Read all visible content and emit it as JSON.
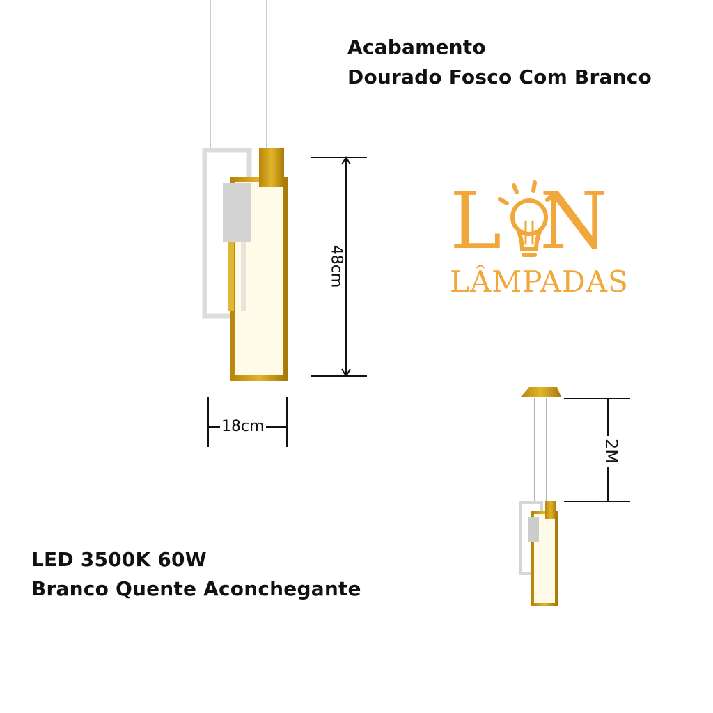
{
  "finish": {
    "line1": "Acabamento",
    "line2": "Dourado Fosco  Com Branco"
  },
  "spec": {
    "line1": "LED 3500K 60W",
    "line2": "Branco Quente Aconchegante"
  },
  "dimensions": {
    "height": "48cm",
    "width": "18cm",
    "cable": "2M"
  },
  "logo": {
    "letter_l": "L",
    "letter_n": "N",
    "subtitle": "LÂMPADAS"
  },
  "colors": {
    "gold": "#d4a017",
    "logo": "#f2a73a",
    "white_frame": "#e6e6e6"
  }
}
